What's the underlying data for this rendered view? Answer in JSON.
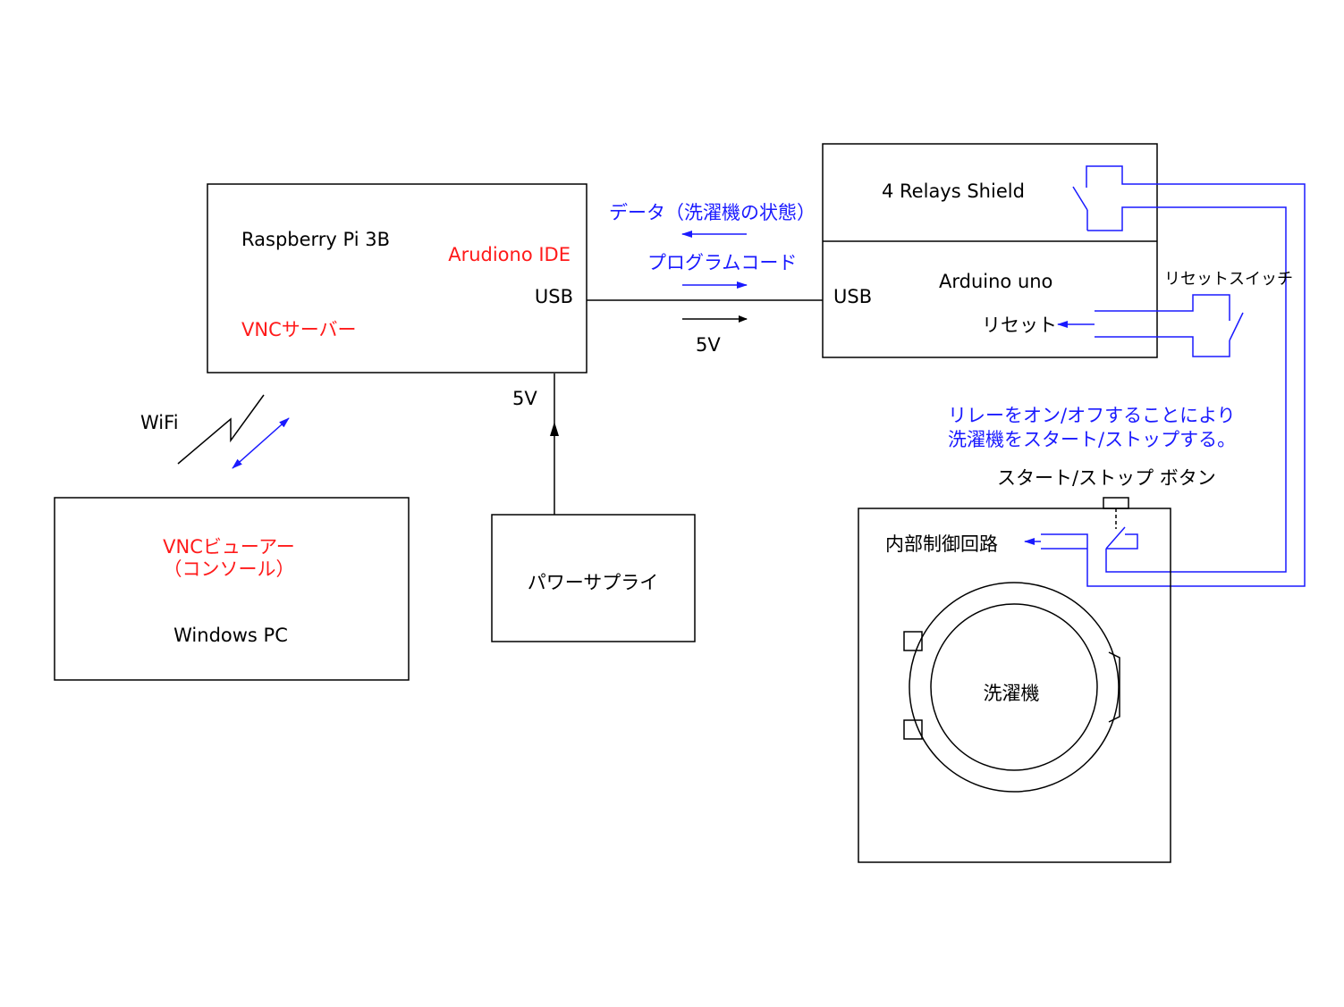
{
  "colors": {
    "line": "#000000",
    "accent_blue": "#1a1aff",
    "accent_red": "#ff1a1a",
    "background": "#ffffff"
  },
  "raspberry": {
    "title": "Raspberry Pi 3B",
    "ide": "Arudiono IDE",
    "vnc_server": "VNCサーバー",
    "usb": "USB",
    "power_in": "5V"
  },
  "link": {
    "data_label": "データ（洗濯機の状態）",
    "code_label": "プログラムコード",
    "power_label": "5V"
  },
  "relay_shield": {
    "title": "4 Relays Shield"
  },
  "arduino": {
    "title": "Arduino uno",
    "usb": "USB",
    "reset": "リセット"
  },
  "reset_switch": {
    "label": "リセットスイッチ"
  },
  "wifi": {
    "label": "WiFi"
  },
  "pc": {
    "viewer_line1": "VNCビューアー",
    "viewer_line2": "（コンソール）",
    "title": "Windows PC"
  },
  "psu": {
    "title": "パワーサプライ"
  },
  "note": {
    "line1": "リレーをオン/オフすることにより",
    "line2": "洗濯機をスタート/ストップする。"
  },
  "washer": {
    "button_label": "スタート/ストップ ボタン",
    "control": "内部制御回路",
    "drum_label": "洗濯機"
  },
  "icons": [
    "arrow-left-icon",
    "arrow-right-icon",
    "arrow-up-icon",
    "lightning-icon",
    "double-arrow-icon",
    "relay-switch-icon",
    "push-switch-icon"
  ]
}
